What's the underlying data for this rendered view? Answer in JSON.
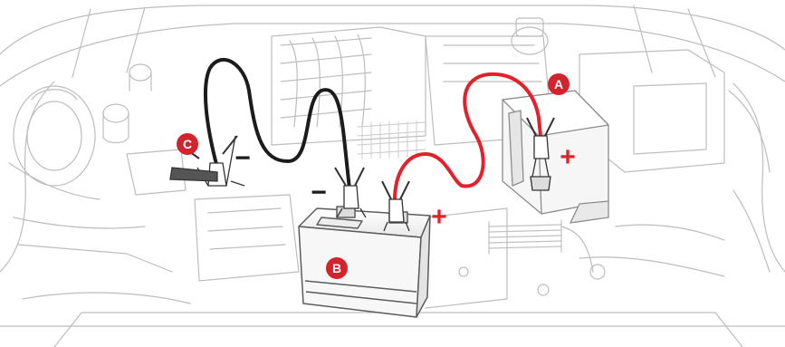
{
  "labels": {
    "a": "A",
    "b": "B",
    "c": "C"
  },
  "signs": {
    "neg_c": "−",
    "neg_b": "−",
    "pos_b": "+",
    "pos_a": "+"
  },
  "colors": {
    "positive_cable": "#e4212b",
    "negative_cable": "#1c1c1c",
    "marker": "#d4232d",
    "engine_line": "#b9b9b9"
  }
}
